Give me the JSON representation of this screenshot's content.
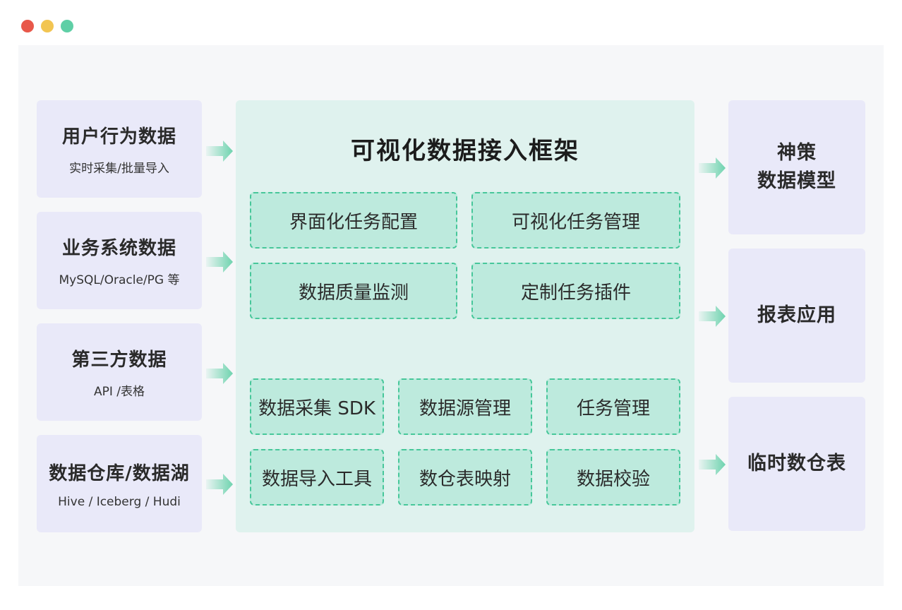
{
  "window": {
    "buttons": [
      "close",
      "minimize",
      "maximize"
    ]
  },
  "sources": [
    {
      "title": "用户行为数据",
      "subtitle": "实时采集/批量导入"
    },
    {
      "title": "业务系统数据",
      "subtitle": "MySQL/Oracle/PG 等"
    },
    {
      "title": "第三方数据",
      "subtitle": "API /表格"
    },
    {
      "title": "数据仓库/数据湖",
      "subtitle": "Hive / Iceberg / Hudi"
    }
  ],
  "framework": {
    "title": "可视化数据接入框架",
    "upper_modules": [
      "界面化任务配置",
      "可视化任务管理",
      "数据质量监测",
      "定制任务插件"
    ],
    "lower_modules": [
      "数据采集 SDK",
      "数据源管理",
      "任务管理",
      "数据导入工具",
      "数仓表映射",
      "数据校验"
    ]
  },
  "outputs": [
    {
      "line1": "神策",
      "line2": "数据模型"
    },
    {
      "line1": "报表应用"
    },
    {
      "line1": "临时数仓表"
    }
  ],
  "colors": {
    "source_bg": "#e9e9f9",
    "framework_bg": "#dff2ee",
    "module_bg": "#bdeadd",
    "module_border": "#47c79a",
    "arrow": "#5fcfa6"
  }
}
